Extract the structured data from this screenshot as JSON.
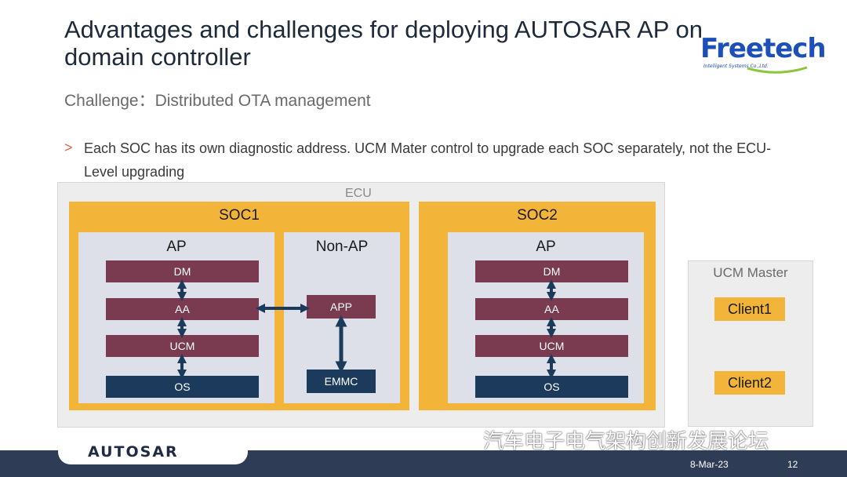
{
  "title": "Advantages and challenges for deploying AUTOSAR AP on domain controller",
  "logo": {
    "text": "Freetech",
    "subtext": "Intelligent Systems Co.,Ltd."
  },
  "subtitle": "Challenge：Distributed OTA management",
  "bullet": {
    "marker": ">",
    "text": "Each SOC has its own diagnostic address. UCM Mater control to upgrade each SOC separately, not the ECU-Level upgrading"
  },
  "diagram": {
    "ecu_label": "ECU",
    "soc1": {
      "label": "SOC1",
      "ap": {
        "label": "AP",
        "layers": [
          "DM",
          "AA",
          "UCM",
          "OS"
        ]
      },
      "non_ap": {
        "label": "Non-AP",
        "app": "APP",
        "storage": "EMMC"
      }
    },
    "soc2": {
      "label": "SOC2",
      "ap": {
        "label": "AP",
        "layers": [
          "DM",
          "AA",
          "UCM",
          "OS"
        ]
      }
    },
    "ucm_master": {
      "label": "UCM Master",
      "clients": [
        "Client1",
        "Client2"
      ]
    }
  },
  "footer": {
    "brand": "AUTOSAR",
    "date": "8-Mar-23",
    "page": "12"
  },
  "watermark": "汽车电子电气架构创新发展论坛",
  "colors": {
    "soc": "#f2b53a",
    "layer": "#7a3a50",
    "os": "#1c3a5c",
    "footer": "#2e3d55",
    "arrow": "#1c3a5c"
  }
}
